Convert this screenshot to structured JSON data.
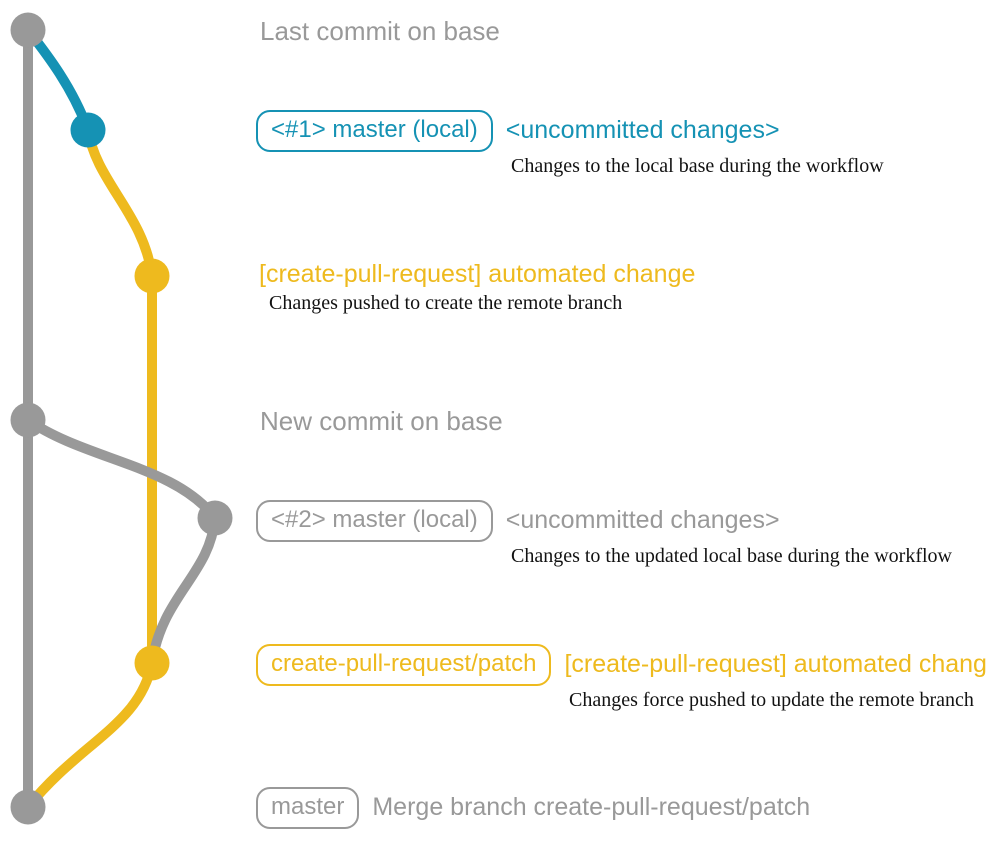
{
  "colors": {
    "gray": "#999999",
    "teal": "#1592b4",
    "yellow": "#eeba1e",
    "ink": "#121212",
    "bg": "#ffffff"
  },
  "diagram": {
    "branches": [
      {
        "name": "base",
        "color": "gray"
      },
      {
        "name": "master (local)",
        "color": "teal"
      },
      {
        "name": "create-pull-request/patch",
        "color": "yellow"
      }
    ],
    "rows": [
      {
        "label": "Last commit on base"
      },
      {
        "badge": "<#1> master (local)",
        "note": "<uncommitted changes>",
        "desc": "Changes to the local base during the workflow"
      },
      {
        "title": "[create-pull-request] automated change",
        "desc": "Changes pushed to create the remote branch"
      },
      {
        "label": "New commit on base"
      },
      {
        "badge": "<#2> master (local)",
        "note": "<uncommitted changes>",
        "desc": "Changes to the updated local base during the workflow"
      },
      {
        "badge": "create-pull-request/patch",
        "title": "[create-pull-request] automated change",
        "desc": "Changes force pushed to update the remote branch"
      },
      {
        "badge": "master",
        "note": "Merge branch create-pull-request/patch"
      }
    ]
  }
}
